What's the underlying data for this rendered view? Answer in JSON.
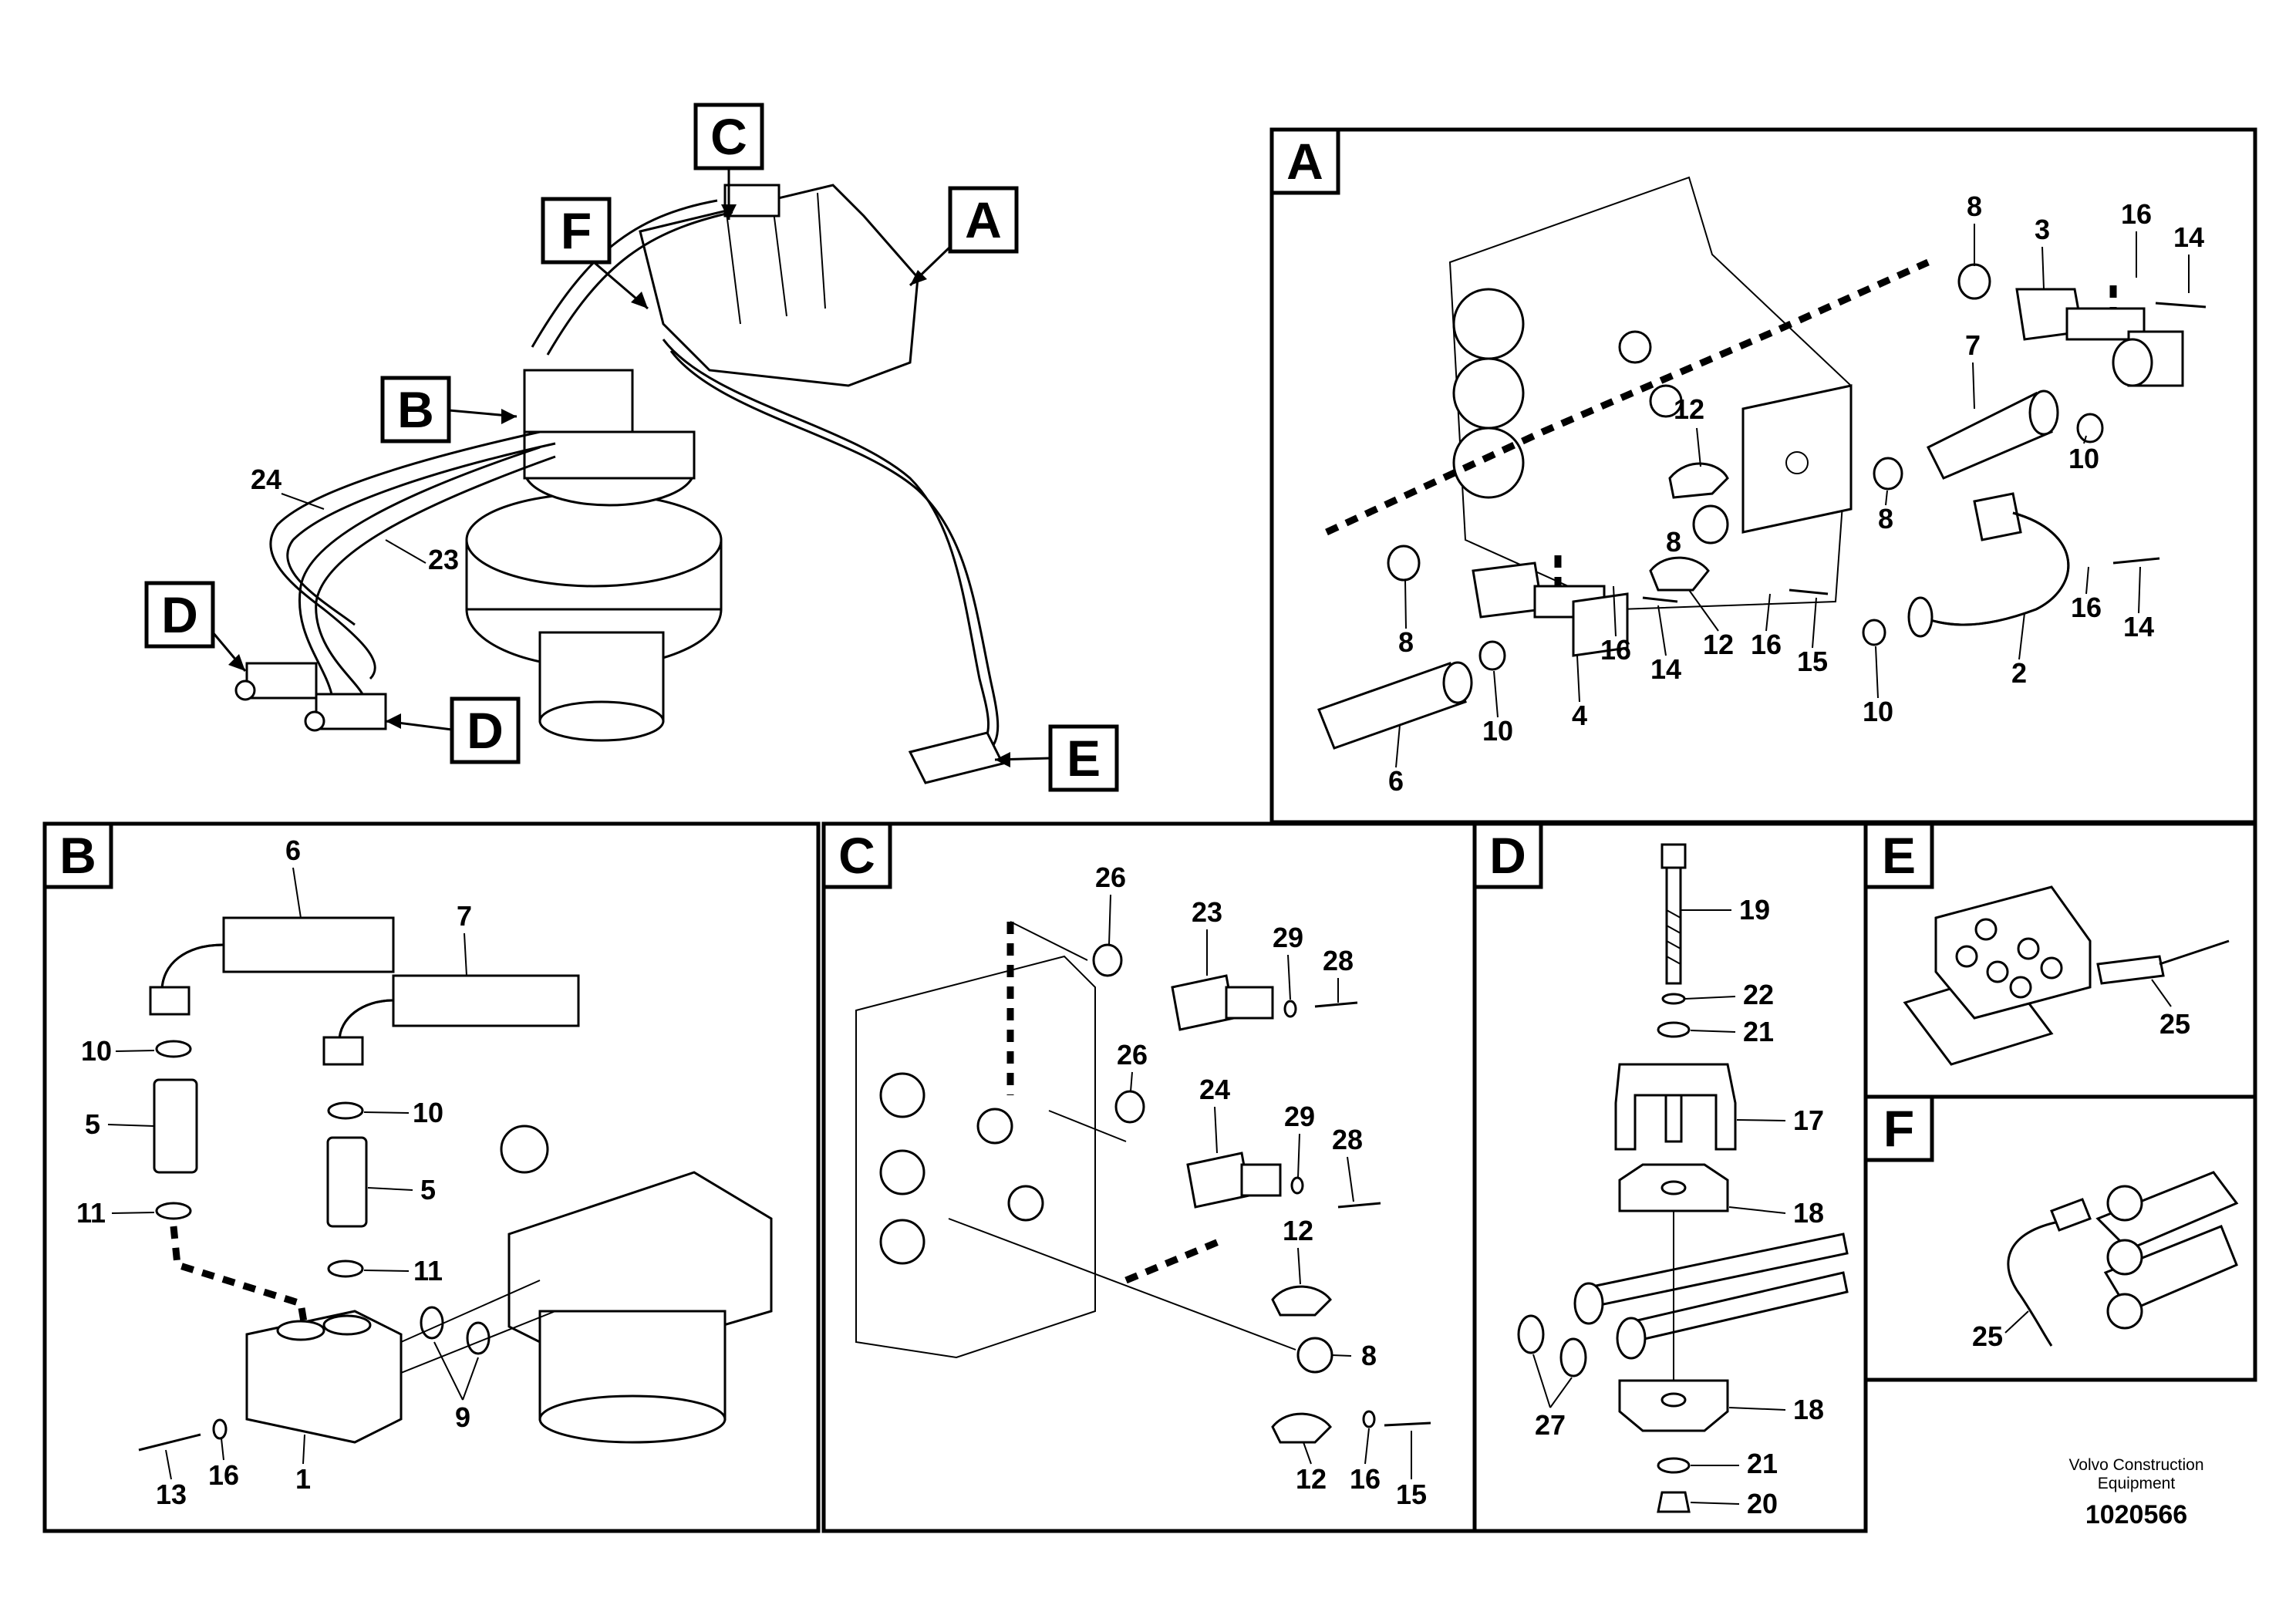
{
  "views": {
    "A": {
      "letter": "A",
      "labels": [
        "8",
        "3",
        "16",
        "14",
        "7",
        "10",
        "12",
        "8",
        "8",
        "16",
        "14",
        "12",
        "16",
        "15",
        "8",
        "16",
        "14",
        "10",
        "4",
        "2",
        "10",
        "6"
      ]
    },
    "B": {
      "letter": "B",
      "labels": [
        "6",
        "7",
        "10",
        "10",
        "5",
        "5",
        "11",
        "11",
        "9",
        "13",
        "16",
        "1"
      ]
    },
    "C": {
      "letter": "C",
      "labels": [
        "26",
        "23",
        "29",
        "28",
        "26",
        "24",
        "29",
        "28",
        "12",
        "8",
        "12",
        "16",
        "15"
      ]
    },
    "D": {
      "letter": "D",
      "labels": [
        "19",
        "22",
        "21",
        "17",
        "18",
        "18",
        "27",
        "21",
        "20"
      ]
    },
    "E": {
      "letter": "E",
      "labels": [
        "25"
      ]
    },
    "F": {
      "letter": "F",
      "labels": [
        "25"
      ]
    }
  },
  "overview": {
    "callouts": [
      "C",
      "F",
      "A",
      "B",
      "D",
      "D",
      "E"
    ],
    "labels": [
      "24",
      "23"
    ]
  },
  "footer": {
    "company_line1": "Volvo Construction",
    "company_line2": "Equipment",
    "drawing_number": "1020566"
  }
}
